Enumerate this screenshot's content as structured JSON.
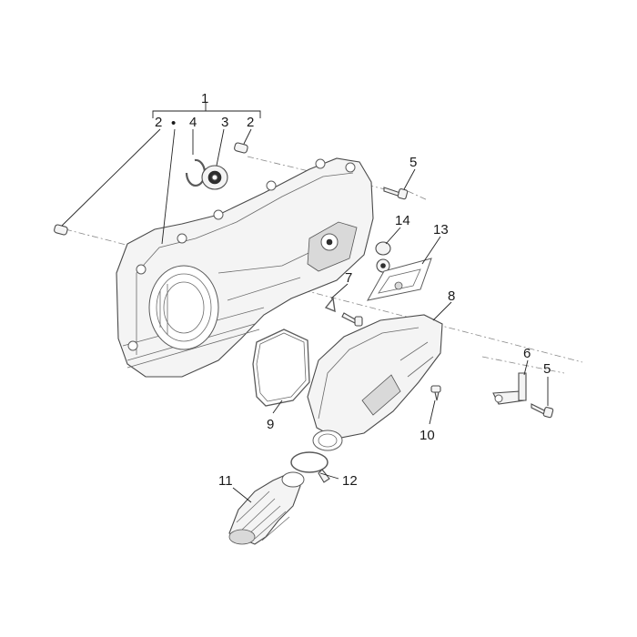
{
  "diagram": {
    "callouts": {
      "c1": "1",
      "c2a": "2",
      "c2b": "2",
      "c3": "3",
      "c4": "4",
      "c5a": "5",
      "c5b": "5",
      "c6": "6",
      "c7": "7",
      "c8": "8",
      "c9": "9",
      "c10": "10",
      "c11": "11",
      "c12": "12",
      "c13": "13",
      "c14": "14"
    },
    "bullet_symbol": "•"
  }
}
